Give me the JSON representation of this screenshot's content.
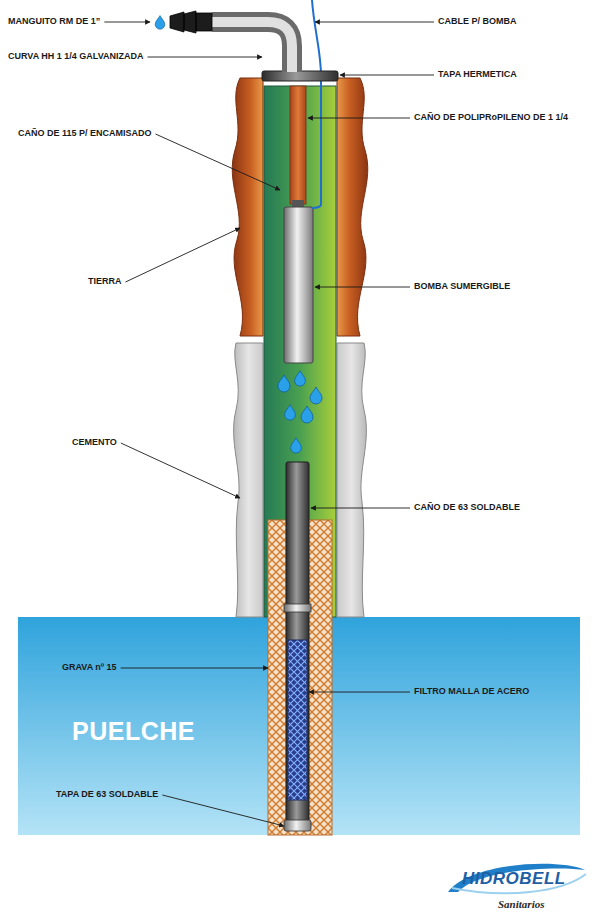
{
  "diagram": {
    "nodes": [
      {
        "text": [
          "PUELCHE"
        ]
      }
    ],
    "labels": [
      "MANGUITO RM DE 1”",
      "CABLE P/ BOMBA",
      "CURVA HH 1 1/4 GALVANIZADA",
      "TAPA HERMETICA",
      "CAÑO DE 115 P/ ENCAMISADO",
      "CAÑO DE POLIPRoPILENO DE 1 1/4",
      "TIERRA",
      "BOMBA SUMERGIBLE",
      "CEMENTO",
      "CAÑO DE 63 SOLDABLE",
      "GRAVA nº 15",
      "FILTRO MALLA DE ACERO",
      "TAPA DE 63 SOLDABLE",
      "HIDROBELL",
      "Sanitarios"
    ]
  }
}
